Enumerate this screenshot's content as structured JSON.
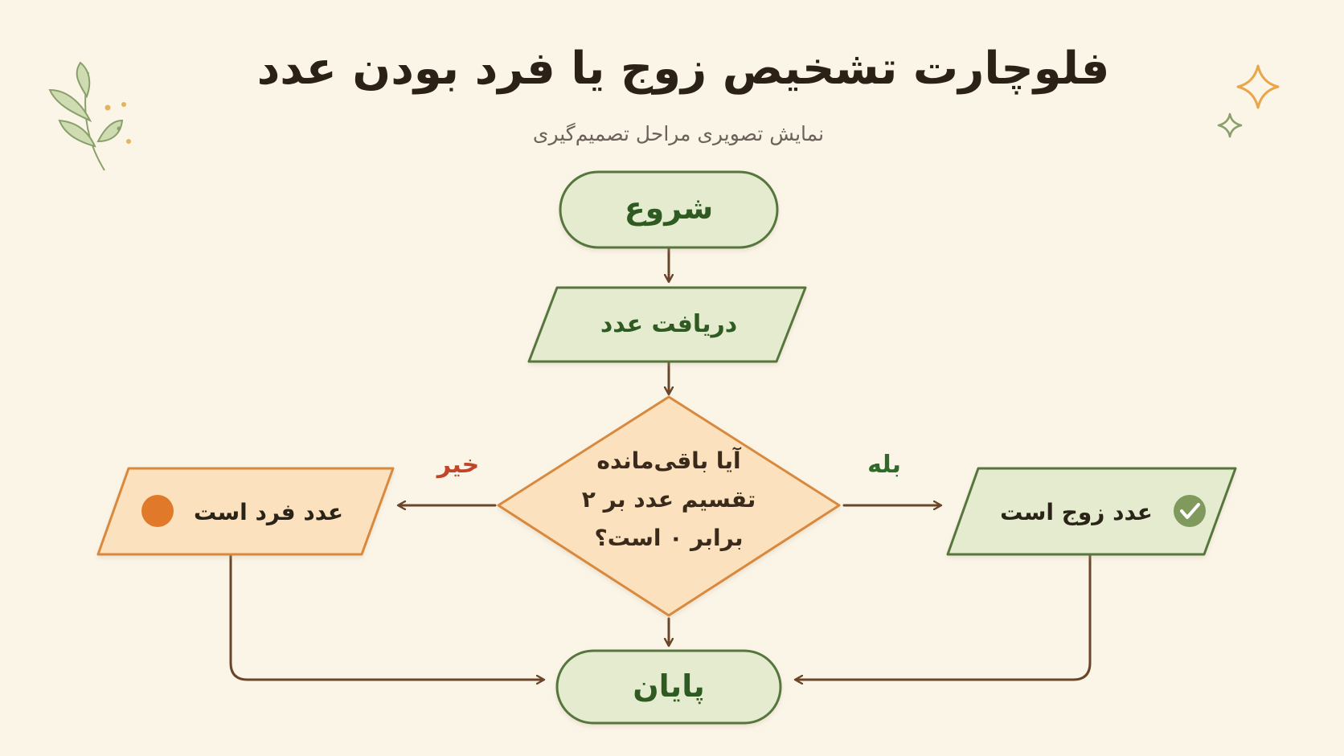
{
  "title": "فلوچارت تشخیص زوج یا فرد بودن عدد",
  "subtitle": "نمایش تصویری مراحل تصمیم‌گیری",
  "nodes": {
    "start": "شروع",
    "input": "دریافت عدد",
    "decision_line1": "آیا باقی‌مانده",
    "decision_line2": "تقسیم عدد بر ۲",
    "decision_line3": "برابر ۰ است؟",
    "even": "عدد زوج است",
    "odd": "عدد فرد است",
    "end": "پایان"
  },
  "edge_labels": {
    "yes": "بله",
    "no": "خیر"
  },
  "icons": {
    "even_status": "check-circle-icon",
    "odd_status": "orange-dot-icon"
  },
  "colors": {
    "background": "#fbf5e8",
    "green_fill": "#e4ebcf",
    "green_stroke": "#56763e",
    "green_text": "#2f5a22",
    "orange_fill": "#fbe1bd",
    "orange_stroke": "#d9893c",
    "orange_dot": "#e07a2a",
    "arrow": "#6a4529",
    "no_label": "#c0452a",
    "yes_label": "#2f6a2a",
    "title": "#2c2117",
    "subtitle": "#6c6259"
  }
}
